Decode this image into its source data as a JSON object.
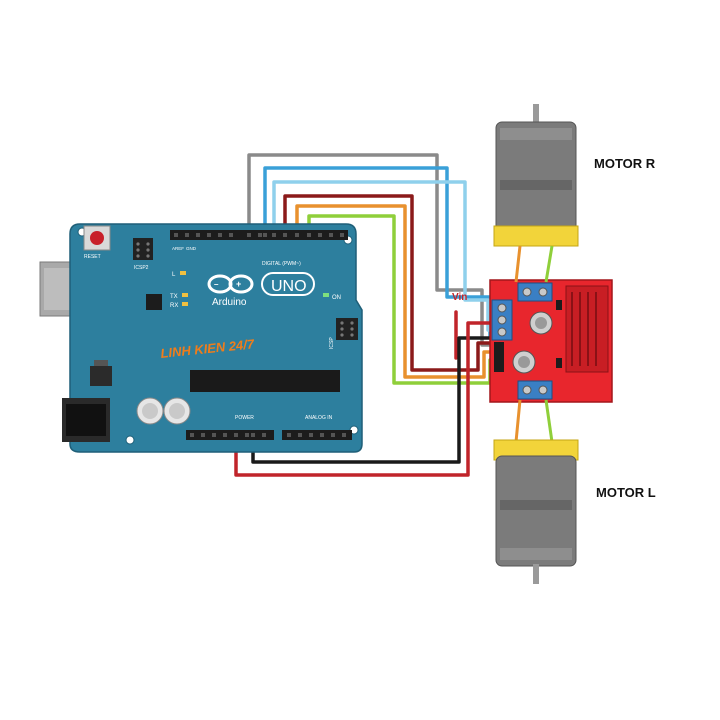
{
  "board": {
    "reset_label": "RESET",
    "icsp2_label": "ICSP2",
    "icsp_label": "ICSP",
    "aref_label": "AREF",
    "gnd_label": "GND",
    "digital_label": "DIGITAL (PWM~)",
    "tx_label": "TX",
    "rx_label": "RX",
    "l_label": "L",
    "on_label": "ON",
    "logo_uno": "UNO",
    "logo_text": "Arduino",
    "power_label": "POWER",
    "analog_label": "ANALOG IN",
    "watermark": "LINH KIEN 24/7"
  },
  "driver": {
    "vin_label": "Vin"
  },
  "motors": {
    "right_label": "MOTOR R",
    "left_label": "MOTOR L"
  },
  "colors": {
    "board": "#2d7f9e",
    "board_dark": "#1f5f78",
    "driver_red": "#e8262d",
    "terminal_blue": "#3a7fc4",
    "motor_yellow": "#f2d43a",
    "wire_gray": "#8a8a8a",
    "wire_blue": "#3aa0d8",
    "wire_lightblue": "#8fd0ec",
    "wire_darkred": "#8b1a1a",
    "wire_orange": "#e8912e",
    "wire_green": "#8fcf3a",
    "wire_black": "#1a1a1a",
    "wire_red": "#c0242a",
    "watermark_orange": "#f07d1a"
  }
}
